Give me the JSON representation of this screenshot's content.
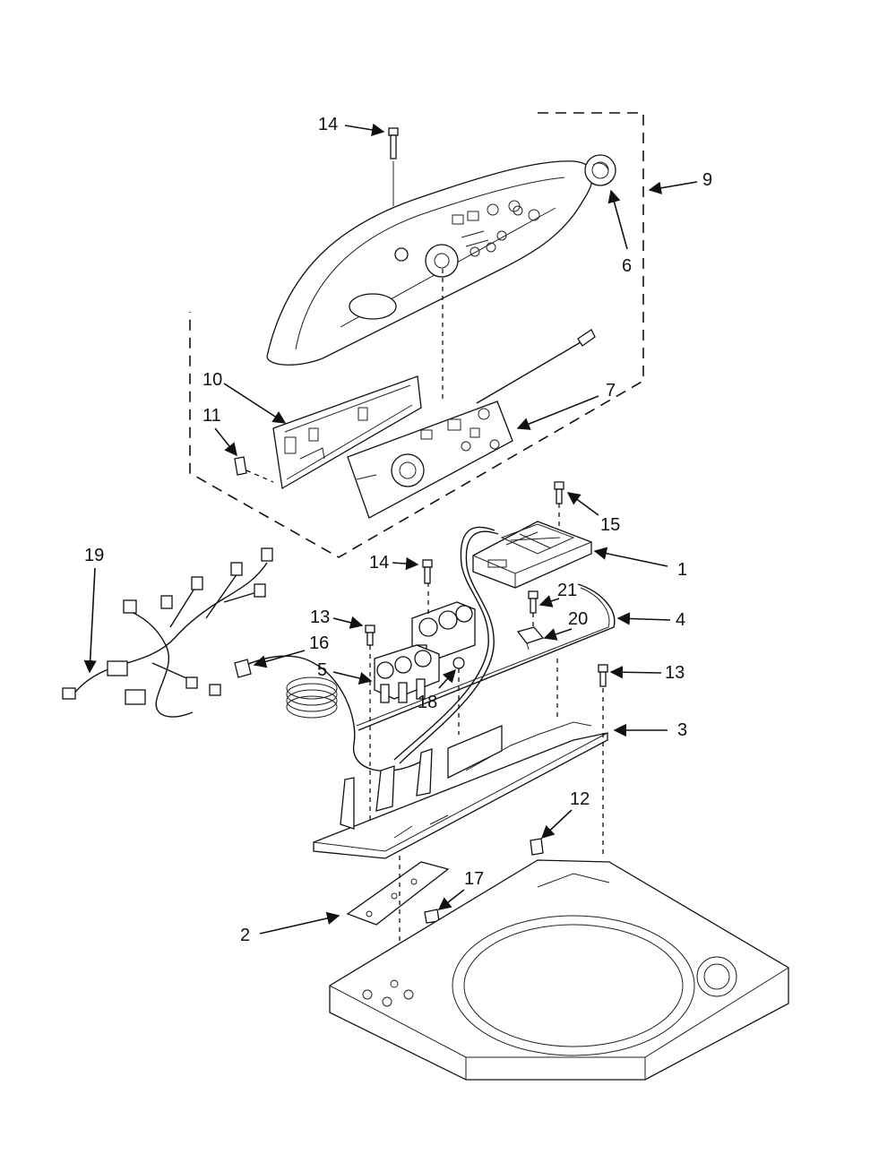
{
  "callouts": {
    "c1": "1",
    "c2": "2",
    "c3": "3",
    "c4": "4",
    "c5": "5",
    "c6": "6",
    "c7": "7",
    "c9": "9",
    "c10": "10",
    "c11": "11",
    "c12": "12",
    "c13a": "13",
    "c13b": "13",
    "c14a": "14",
    "c14b": "14",
    "c15": "15",
    "c16": "16",
    "c17": "17",
    "c18": "18",
    "c19": "19",
    "c20": "20",
    "c21": "21"
  }
}
